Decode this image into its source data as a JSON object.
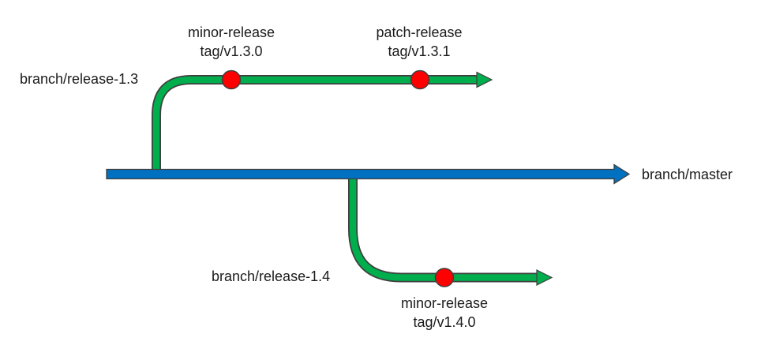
{
  "diagram": {
    "type": "git-branching-diagram",
    "master": {
      "label": "branch/master"
    },
    "branches": [
      {
        "label": "branch/release-1.3",
        "direction": "up",
        "tags": [
          {
            "name": "minor-release",
            "tag": "tag/v1.3.0"
          },
          {
            "name": "patch-release",
            "tag": "tag/v1.3.1"
          }
        ]
      },
      {
        "label": "branch/release-1.4",
        "direction": "down",
        "tags": [
          {
            "name": "minor-release",
            "tag": "tag/v1.4.0"
          }
        ]
      }
    ],
    "colors": {
      "master_blue": "#0070C0",
      "branch_green": "#00AE4D",
      "commit_red": "#FF0000",
      "outline": "#3F3F3F",
      "background": "#FFFFFF",
      "text": "#1B1B1B"
    }
  }
}
